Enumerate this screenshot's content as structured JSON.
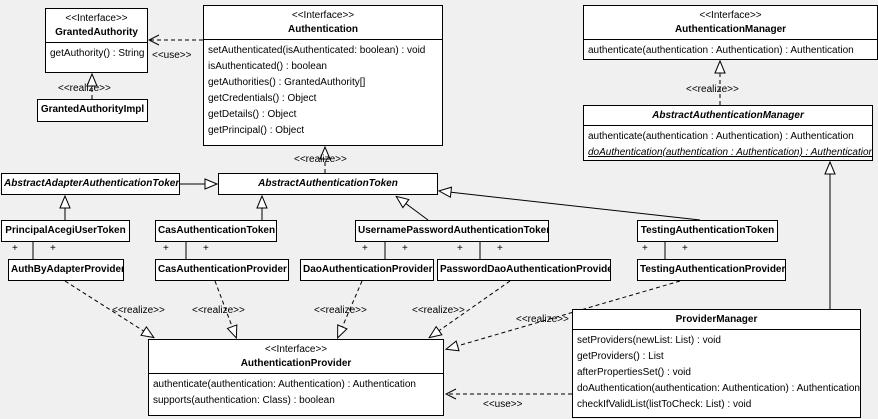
{
  "colors": {
    "background": "#f0f0f0",
    "box_bg": "#ffffff",
    "line": "#000000"
  },
  "labels": {
    "use": "<<use>>",
    "realize": "<<realize>>",
    "plus": "+"
  },
  "classes": {
    "granted_authority": {
      "stereotype": "<<Interface>>",
      "name": "GrantedAuthority",
      "methods": [
        "getAuthority() : String"
      ]
    },
    "authentication": {
      "stereotype": "<<Interface>>",
      "name": "Authentication",
      "methods": [
        "setAuthenticated(isAuthenticated: boolean) : void",
        "isAuthenticated() : boolean",
        "getAuthorities() : GrantedAuthority[]",
        "getCredentials() : Object",
        "getDetails() : Object",
        "getPrincipal() : Object"
      ]
    },
    "authentication_manager": {
      "stereotype": "<<Interface>>",
      "name": "AuthenticationManager",
      "methods": [
        "authenticate(authentication : Authentication) : Authentication"
      ]
    },
    "granted_authority_impl": {
      "name": "GrantedAuthorityImpl"
    },
    "abstract_authentication_manager": {
      "name": "AbstractAuthenticationManager",
      "methods": [
        "authenticate(authentication : Authentication) : Authentication",
        "doAuthentication(authentication : Authentication) : Authentication"
      ]
    },
    "abstract_adapter_authentication_token": {
      "name": "AbstractAdapterAuthenticationToken"
    },
    "abstract_authentication_token": {
      "name": "AbstractAuthenticationToken"
    },
    "principal_acegi_user_token": {
      "name": "PrincipalAcegiUserToken"
    },
    "cas_authentication_token": {
      "name": "CasAuthenticationToken"
    },
    "username_password_authentication_token": {
      "name": "UsernamePasswordAuthenticationToken"
    },
    "testing_authentication_token": {
      "name": "TestingAuthenticationToken"
    },
    "auth_by_adapter_provider": {
      "name": "AuthByAdapterProvider"
    },
    "cas_authentication_provider": {
      "name": "CasAuthenticationProvider"
    },
    "dao_authentication_provider": {
      "name": "DaoAuthenticationProvider"
    },
    "password_dao_authentication_provider": {
      "name": "PasswordDaoAuthenticationProvider"
    },
    "testing_authentication_provider": {
      "name": "TestingAuthenticationProvider"
    },
    "authentication_provider": {
      "stereotype": "<<Interface>>",
      "name": "AuthenticationProvider",
      "methods": [
        "authenticate(authentication: Authentication) : Authentication",
        "supports(authentication: Class) : boolean"
      ]
    },
    "provider_manager": {
      "name": "ProviderManager",
      "methods": [
        "setProviders(newList: List) : void",
        "getProviders() : List",
        "afterPropertiesSet() : void",
        "doAuthentication(authentication: Authentication) : Authentication",
        "checkIfValidList(listToCheck: List) : void"
      ]
    }
  }
}
